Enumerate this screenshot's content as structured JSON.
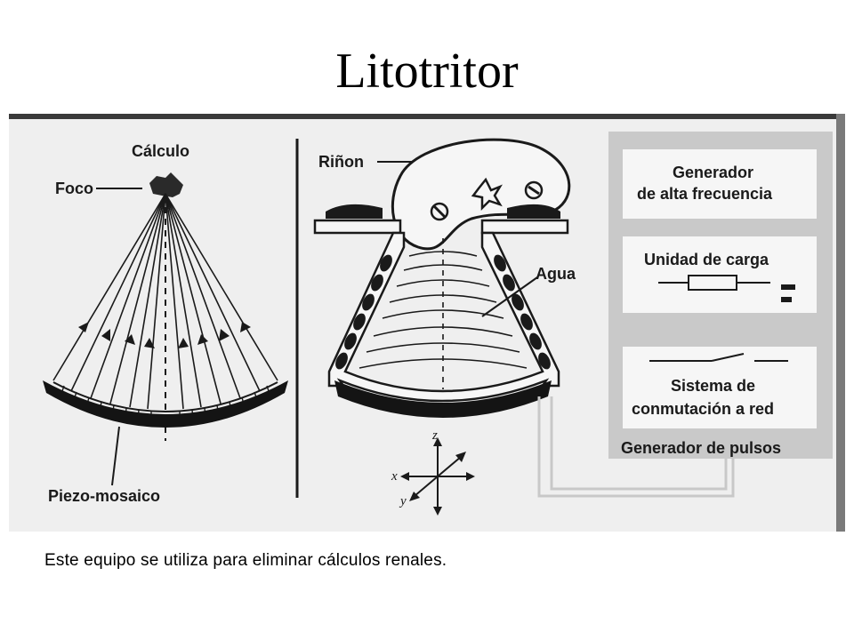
{
  "slide": {
    "title": "Litotritor",
    "caption": "Este equipo se utiliza para eliminar cálculos renales."
  },
  "diagram": {
    "left_panel": {
      "calculo_label": "Cálculo",
      "foco_label": "Foco",
      "piezo_label": "Piezo-mosaico"
    },
    "middle_panel": {
      "rinon_label": "Riñon",
      "agua_label": "Agua",
      "axes": {
        "z": "z",
        "x": "x",
        "y": "y"
      }
    },
    "right_panel": {
      "generador_line1": "Generador",
      "generador_line2": "de alta frecuencia",
      "unidad_label": "Unidad de carga",
      "sistema_line1": "Sistema de",
      "sistema_line2": "conmutación a red",
      "pulsos_label": "Generador de pulsos"
    }
  }
}
